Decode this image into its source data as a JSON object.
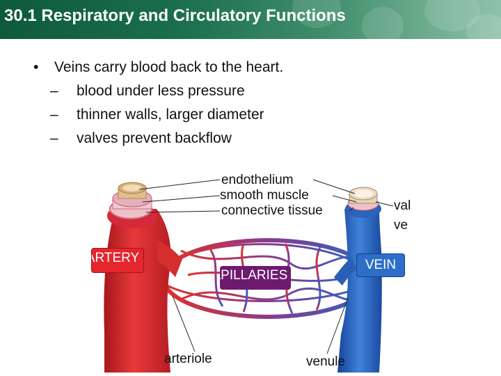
{
  "header": {
    "title": "30.1 Respiratory and Circulatory Functions"
  },
  "bullets": {
    "main": "Veins carry blood back to the heart.",
    "subs": [
      "blood under less pressure",
      "thinner walls, larger diameter",
      "valves prevent backflow"
    ]
  },
  "diagram": {
    "layers": [
      "endothelium",
      "smooth muscle",
      "connective tissue"
    ],
    "valve_line1": "val",
    "valve_line2": "ve",
    "artery": "ARTERY",
    "capillaries": "CAPILLARIES",
    "vein": "VEIN",
    "arteriole": "arteriole",
    "venule": "venule"
  },
  "colors": {
    "artery": "#e3272d",
    "capillaries": "#6d1a6e",
    "vein": "#2d6ec8",
    "header": "#1a6e4c"
  }
}
